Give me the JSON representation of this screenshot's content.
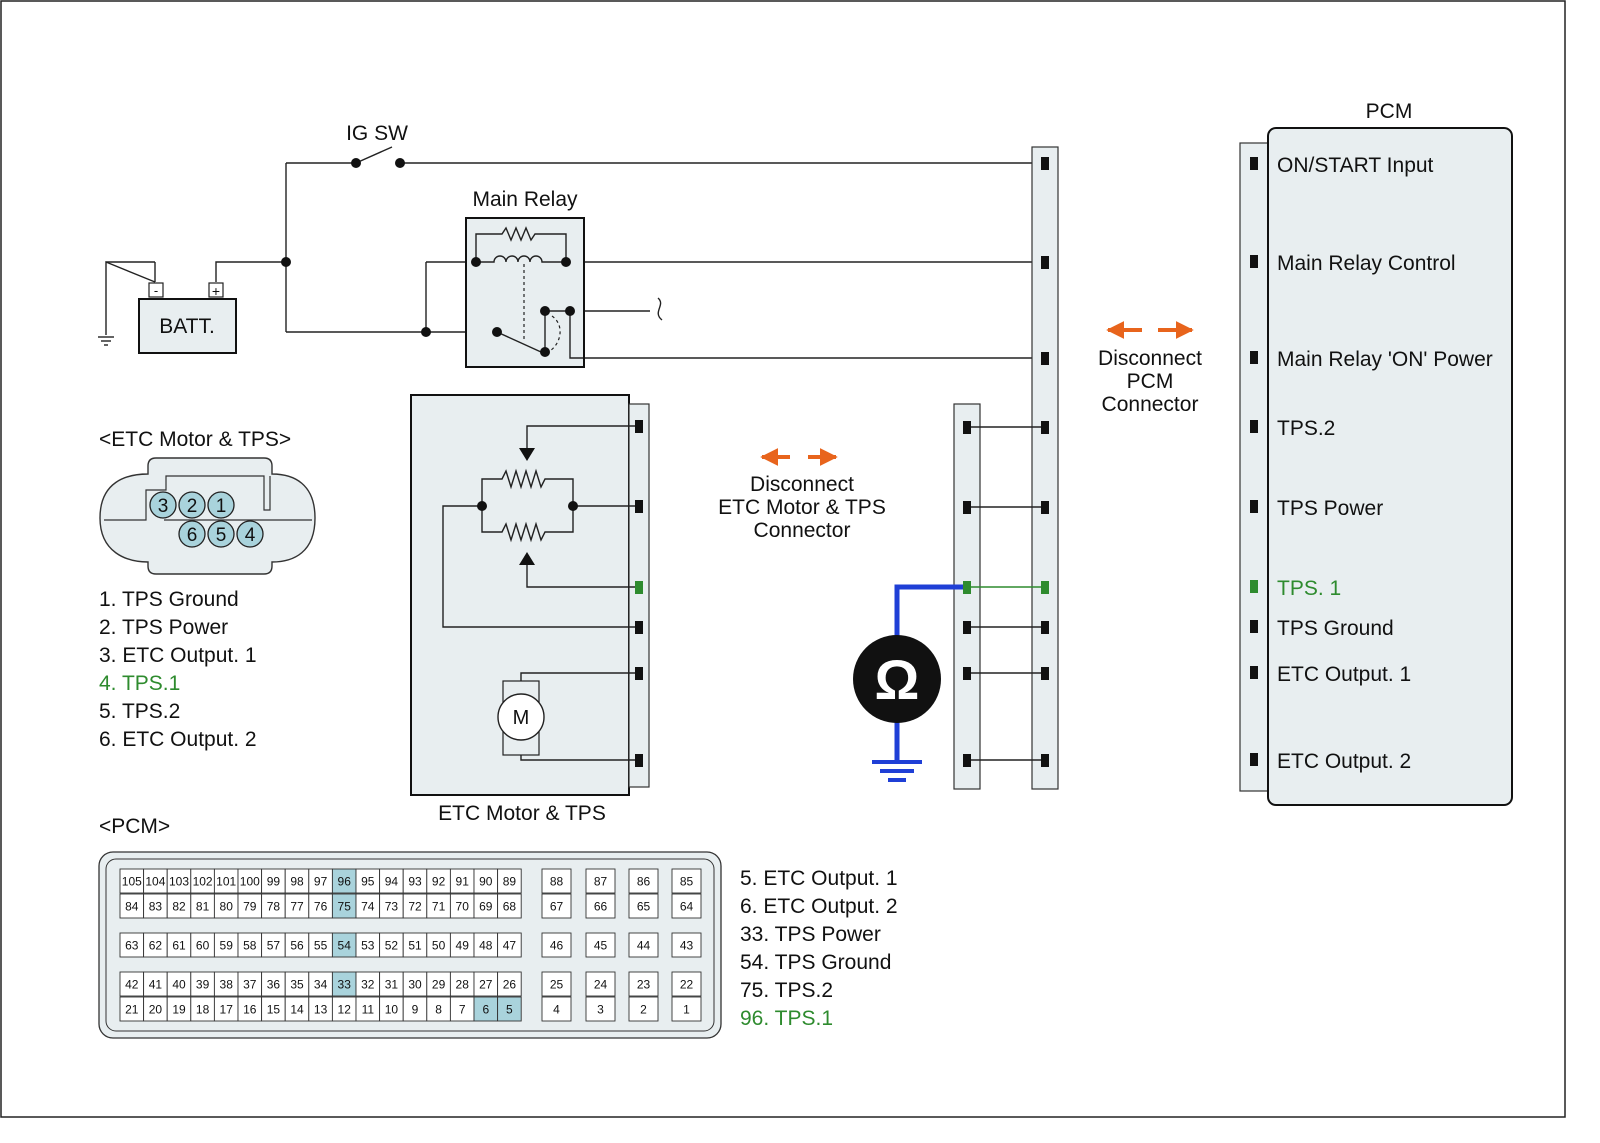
{
  "labels": {
    "ig_sw": "IG SW",
    "main_relay": "Main Relay",
    "batt": "BATT.",
    "batt_neg": "-",
    "batt_pos": "+",
    "pcm_title": "PCM",
    "etc_box": "ETC Motor & TPS",
    "motor": "M",
    "ohm": "Ω",
    "etc_connector_title": "<ETC Motor & TPS>",
    "pcm_connector_title": "<PCM>"
  },
  "pcm_pins": [
    {
      "label": "ON/START Input",
      "highlight": false
    },
    {
      "label": "Main Relay Control",
      "highlight": false
    },
    {
      "label": "Main Relay 'ON' Power",
      "highlight": false
    },
    {
      "label": "TPS.2",
      "highlight": false
    },
    {
      "label": "TPS Power",
      "highlight": false
    },
    {
      "label": "TPS. 1",
      "highlight": true
    },
    {
      "label": "TPS Ground",
      "highlight": false
    },
    {
      "label": "ETC Output. 1",
      "highlight": false
    },
    {
      "label": "ETC Output. 2",
      "highlight": false
    }
  ],
  "disconnect_pcm": [
    "Disconnect",
    "PCM",
    "Connector"
  ],
  "disconnect_etc": [
    "Disconnect",
    "ETC Motor & TPS",
    "Connector"
  ],
  "etc_connector_pins": [
    "3",
    "2",
    "1",
    "6",
    "5",
    "4"
  ],
  "etc_legend": [
    {
      "text": "1. TPS Ground",
      "highlight": false
    },
    {
      "text": "2. TPS Power",
      "highlight": false
    },
    {
      "text": "3. ETC Output. 1",
      "highlight": false
    },
    {
      "text": "4. TPS.1",
      "highlight": true
    },
    {
      "text": "5. TPS.2",
      "highlight": false
    },
    {
      "text": "6. ETC Output. 2",
      "highlight": false
    }
  ],
  "pcm_legend": [
    {
      "text": "5. ETC Output. 1",
      "highlight": false
    },
    {
      "text": "6. ETC Output. 2",
      "highlight": false
    },
    {
      "text": "33. TPS Power",
      "highlight": false
    },
    {
      "text": "54. TPS Ground",
      "highlight": false
    },
    {
      "text": "75. TPS.2",
      "highlight": false
    },
    {
      "text": "96. TPS.1",
      "highlight": true
    }
  ],
  "pcm_connector": {
    "highlighted": [
      96,
      75,
      54,
      33,
      6,
      5
    ],
    "row1": [
      105,
      104,
      103,
      102,
      101,
      100,
      99,
      98,
      97,
      96,
      95,
      94,
      93,
      92,
      91,
      90,
      89
    ],
    "row1_side": [
      88,
      87,
      86,
      85
    ],
    "row2": [
      84,
      83,
      82,
      81,
      80,
      79,
      78,
      77,
      76,
      75,
      74,
      73,
      72,
      71,
      70,
      69,
      68
    ],
    "row2_side": [
      67,
      66,
      65,
      64
    ],
    "row3": [
      63,
      62,
      61,
      60,
      59,
      58,
      57,
      56,
      55,
      54,
      53,
      52,
      51,
      50,
      49,
      48,
      47
    ],
    "row3_side": [
      46,
      45,
      44,
      43
    ],
    "row4": [
      42,
      41,
      40,
      39,
      38,
      37,
      36,
      35,
      34,
      33,
      32,
      31,
      30,
      29,
      28,
      27,
      26
    ],
    "row4_side": [
      25,
      24,
      23,
      22
    ],
    "row5": [
      21,
      20,
      19,
      18,
      17,
      16,
      15,
      14,
      13,
      12,
      11,
      10,
      9,
      8,
      7,
      6,
      5
    ],
    "row5_side": [
      4,
      3,
      2,
      1
    ]
  },
  "colors": {
    "highlight_text": "#2e8b2e",
    "meter_lead": "#1f3fd6",
    "disconnect_arrow": "#e8641c",
    "highlight_cell": "#a9d3dc"
  }
}
